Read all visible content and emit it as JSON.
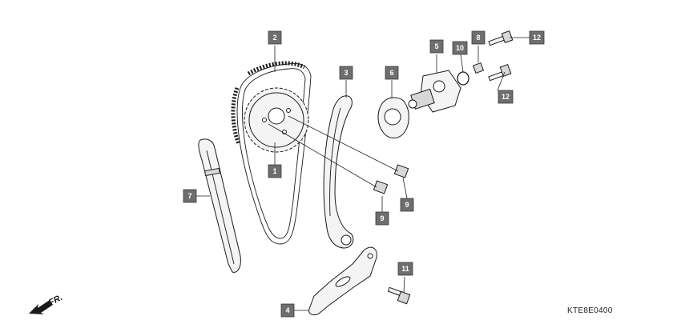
{
  "diagram_code": "KTE8E0400",
  "direction_marker": "FR.",
  "parts": [
    {
      "no": "1"
    },
    {
      "no": "2"
    },
    {
      "no": "3"
    },
    {
      "no": "4"
    },
    {
      "no": "5"
    },
    {
      "no": "6"
    },
    {
      "no": "7"
    },
    {
      "no": "8"
    },
    {
      "no": "9"
    },
    {
      "no": "9"
    },
    {
      "no": "10"
    },
    {
      "no": "11"
    },
    {
      "no": "12"
    },
    {
      "no": "12"
    }
  ]
}
